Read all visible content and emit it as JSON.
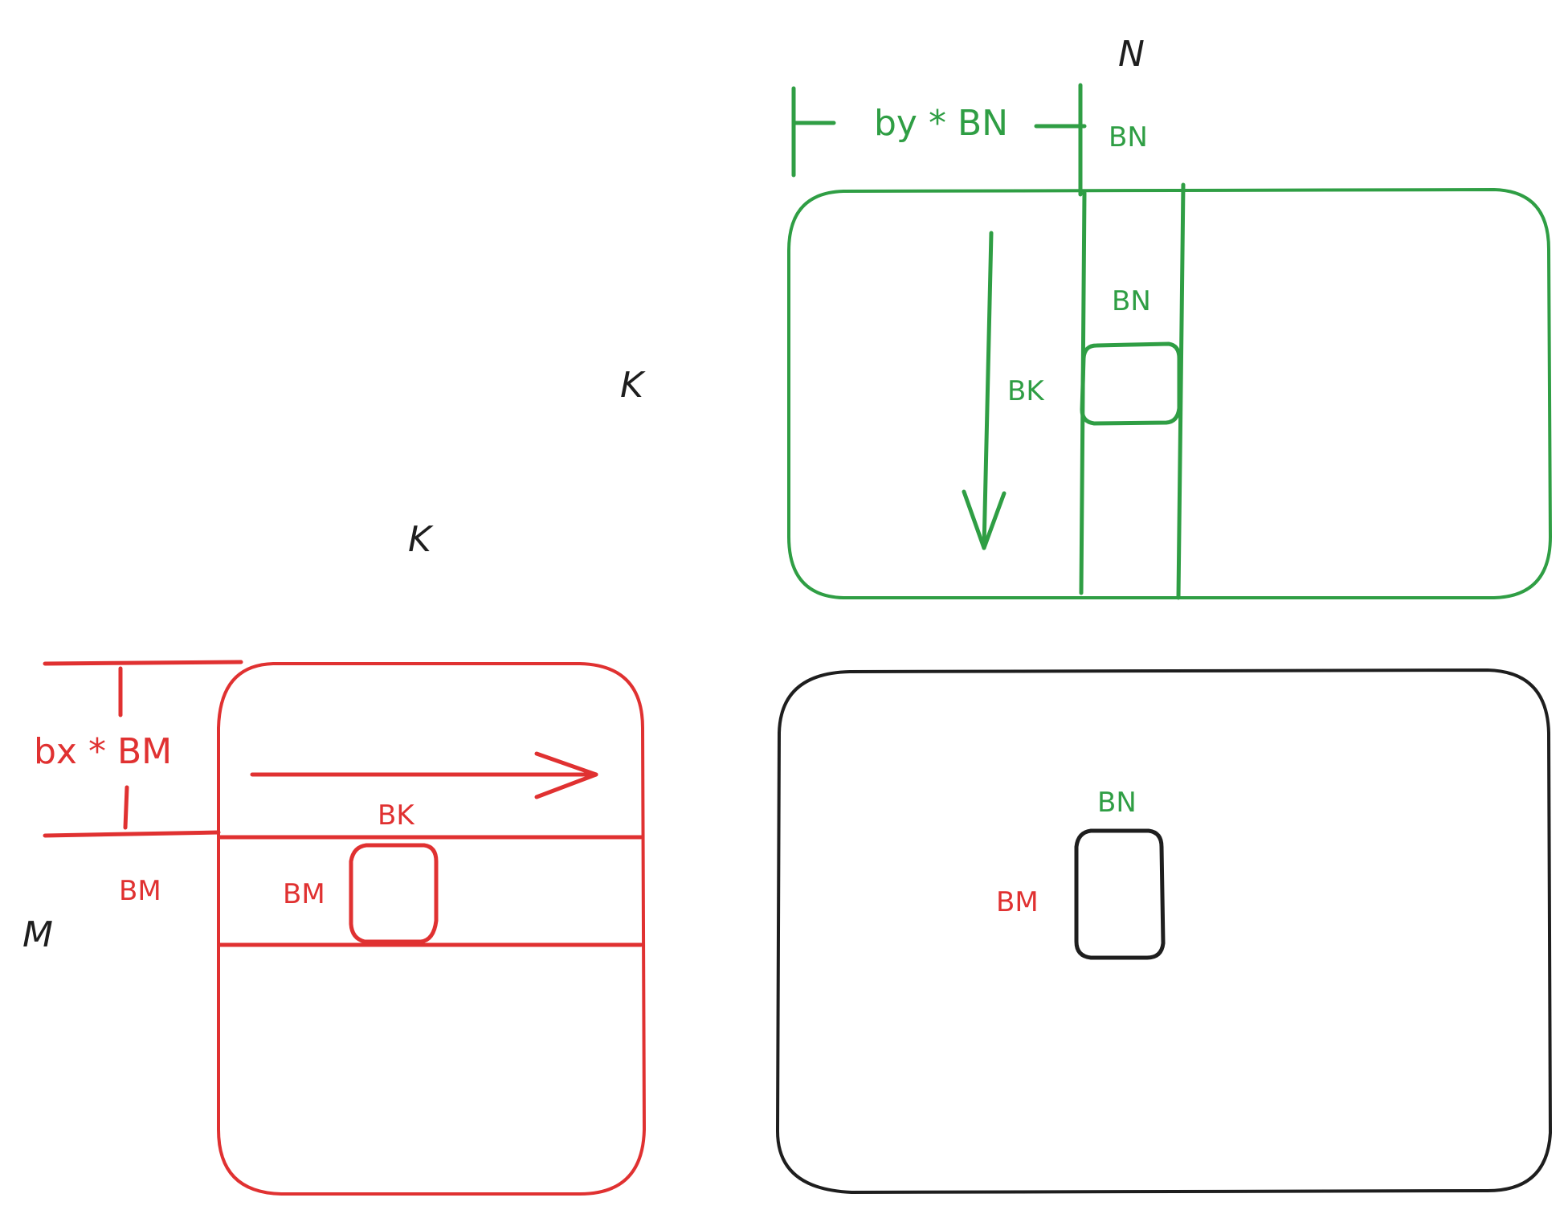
{
  "colors": {
    "matrix_a": "#e03131",
    "matrix_b": "#2f9e44",
    "matrix_c": "#1e1e1e",
    "background": "#ffffff"
  },
  "labels": {
    "n_dim": "N",
    "k_dim_b": "K",
    "k_dim_a": "K",
    "m_dim": "M",
    "b_offset": "by * BN",
    "b_col_width": "BN",
    "b_tile_width": "BN",
    "b_tile_height": "BK",
    "a_offset": "bx * BM",
    "a_row_height": "BM",
    "a_tile_width": "BK",
    "a_tile_height": "BM",
    "c_tile_width": "BN",
    "c_tile_height": "BM"
  }
}
